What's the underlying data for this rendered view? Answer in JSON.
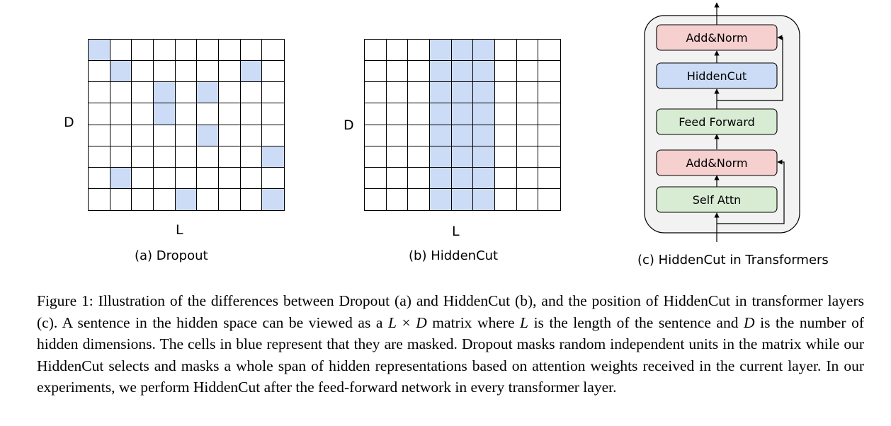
{
  "panel_a": {
    "y_label": "D",
    "x_label": "L",
    "caption": "(a) Dropout",
    "rows": 8,
    "cols": 9,
    "masked_cells": [
      [
        0,
        0
      ],
      [
        1,
        1
      ],
      [
        1,
        7
      ],
      [
        2,
        3
      ],
      [
        2,
        5
      ],
      [
        3,
        3
      ],
      [
        4,
        5
      ],
      [
        5,
        8
      ],
      [
        6,
        1
      ],
      [
        7,
        4
      ],
      [
        7,
        8
      ]
    ]
  },
  "panel_b": {
    "y_label": "D",
    "x_label": "L",
    "caption": "(b) HiddenCut",
    "rows": 8,
    "cols": 9,
    "masked_columns": [
      3,
      4,
      5
    ]
  },
  "panel_c": {
    "caption": "(c) HiddenCut in Transformers",
    "blocks": [
      {
        "label": "Add&Norm",
        "kind": "norm"
      },
      {
        "label": "HiddenCut",
        "kind": "cut"
      },
      {
        "label": "Feed Forward",
        "kind": "ff"
      },
      {
        "label": "Add&Norm",
        "kind": "norm"
      },
      {
        "label": "Self Attn",
        "kind": "ff"
      }
    ]
  },
  "colors": {
    "masked_cell": "#ccdcf6",
    "norm_fill": "#f6cfcf",
    "cut_fill": "#ccdcf6",
    "ff_fill": "#d8ecd4",
    "container_fill": "#f2f2f2"
  },
  "figure_caption": {
    "s1": "Figure 1: Illustration of the differences between Dropout (a) and HiddenCut (b), and the position of HiddenCut in transformer layers (c). A sentence in the hidden space can be viewed as a ",
    "L1": "L",
    "times": " × ",
    "D1": "D",
    "s2": " matrix where ",
    "L2": "L",
    "s3": " is the length of the sentence and ",
    "D2": "D",
    "s4": " is the number of hidden dimensions.  The cells in blue represent that they are masked. Dropout masks random independent units in the matrix while our HiddenCut selects and masks a whole span of hidden representations based on attention weights received in the current layer.  In our experiments, we perform HiddenCut after the feed-forward network in every transformer layer."
  }
}
